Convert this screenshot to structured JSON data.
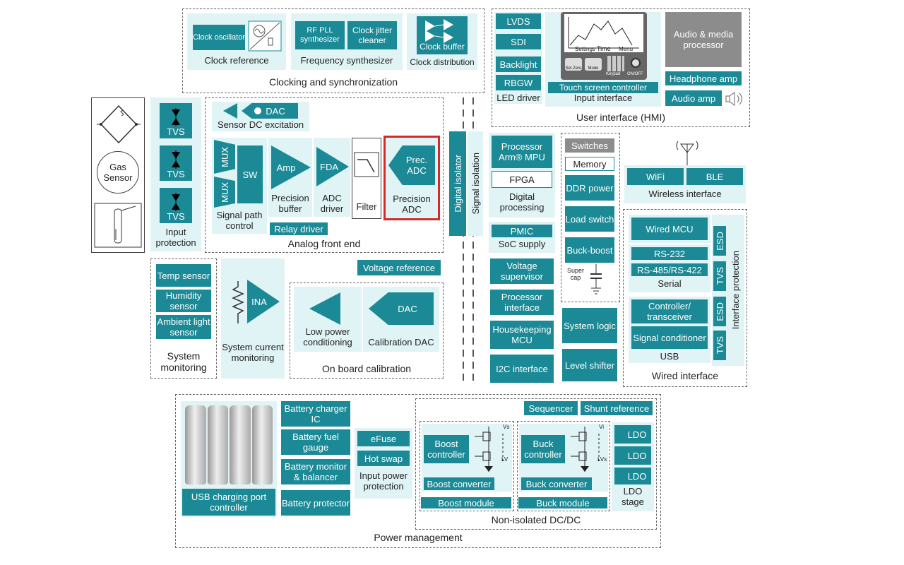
{
  "clocking": {
    "title": "Clocking and synchronization",
    "clock_oscillator": "Clock oscillator",
    "clock_reference": "Clock reference",
    "rf_pll": "RF PLL synthesizer",
    "jitter_cleaner": "Clock jitter cleaner",
    "frequency_synthesizer": "Frequency synthesizer",
    "clock_buffer": "Clock buffer",
    "clock_distribution": "Clock distribution"
  },
  "hmi": {
    "title": "User interface (HMI)",
    "lvds": "LVDS",
    "sdi": "SDI",
    "backlight": "Backlight",
    "rbgw": "RBGW",
    "led_driver": "LED driver",
    "screen_settings": "Settings",
    "screen_time": "Time",
    "screen_menu": "Menu",
    "btn_setzero": "Set Zero",
    "btn_mode": "Mode",
    "keypad": "Keypad",
    "onoff": "ON/OFF",
    "touch_controller": "Touch screen controller",
    "input_interface": "Input interface",
    "audio_processor": "Audio & media processor",
    "headphone_amp": "Headphone amp",
    "audio_amp": "Audio amp"
  },
  "sensor": {
    "gas_sensor": "Gas Sensor",
    "tvs": "TVS",
    "input_protection": "Input protection"
  },
  "afe": {
    "title": "Analog front end",
    "dac": "DAC",
    "sensor_dc_excitation": "Sensor DC excitation",
    "mux": "MUX",
    "sw": "SW",
    "signal_path_control": "Signal path control",
    "amp": "Amp",
    "precision_buffer": "Precision buffer",
    "fda": "FDA",
    "adc_driver": "ADC driver",
    "filter": "Filter",
    "prec_adc": "Prec. ADC",
    "precision_adc": "Precision ADC",
    "relay_driver": "Relay driver"
  },
  "isolation": {
    "digital_isolator": "Digital isolator",
    "signal_isolation": "Signal isolation"
  },
  "processing": {
    "processor": "Processor Arm® MPU",
    "fpga": "FPGA",
    "digital_processing": "Digital processing",
    "pmic": "PMIC",
    "soc_supply": "SoC supply",
    "voltage_supervisor": "Voltage supervisor",
    "processor_interface": "Processor interface",
    "housekeeping_mcu": "Housekeeping MCU",
    "i2c_interface": "I2C interface"
  },
  "memory": {
    "switches": "Switches",
    "memory": "Memory",
    "ddr_power": "DDR power",
    "load_switch": "Load switch",
    "buck_boost": "Buck-boost",
    "super_cap": "Super cap",
    "system_logic": "System logic",
    "level_shifter": "Level shifter"
  },
  "wireless": {
    "wifi": "WiFi",
    "ble": "BLE",
    "title": "Wireless interface"
  },
  "wired": {
    "title": "Wired interface",
    "wired_mcu": "Wired MCU",
    "rs232": "RS-232",
    "rs485": "RS-485/RS-422",
    "serial": "Serial",
    "controller_transceiver": "Controller/ transceiver",
    "signal_conditioner": "Signal conditioner",
    "usb": "USB",
    "esd": "ESD",
    "tvs": "TVS",
    "interface_protection": "Interface protection"
  },
  "monitoring": {
    "temp_sensor": "Temp sensor",
    "humidity_sensor": "Humidity sensor",
    "ambient_light": "Ambient light sensor",
    "system_monitoring": "System monitoring",
    "ina": "INA",
    "system_current_monitoring": "System current monitoring",
    "voltage_reference": "Voltage reference",
    "low_power_conditioning": "Low power conditioning",
    "dac": "DAC",
    "calibration_dac": "Calibration DAC",
    "on_board_calibration": "On board calibration"
  },
  "power": {
    "title": "Power management",
    "usb_charging": "USB charging port controller",
    "battery_charger": "Battery charger IC",
    "fuel_gauge": "Battery fuel gauge",
    "battery_monitor": "Battery monitor & balancer",
    "battery_protector": "Battery protector",
    "efuse": "eFuse",
    "hot_swap": "Hot swap",
    "input_power_protection": "Input power protection",
    "sequencer": "Sequencer",
    "shunt_reference": "Shunt reference",
    "boost_controller": "Boost controller",
    "boost_converter": "Boost converter",
    "boost_module": "Boost module",
    "buck_controller": "Buck controller",
    "buck_converter": "Buck converter",
    "buck_module": "Buck module",
    "ldo": "LDO",
    "ldo_stage": "LDO stage",
    "non_isolated": "Non-isolated DC/DC",
    "vs": "Vs",
    "lv": "LV",
    "vi": "Vi",
    "lvs": "LVs"
  },
  "colors": {
    "teal": "#1b8a96",
    "light": "#e0f3f5",
    "highlight": "#d42a2a",
    "gray": "#8c8c8c"
  }
}
